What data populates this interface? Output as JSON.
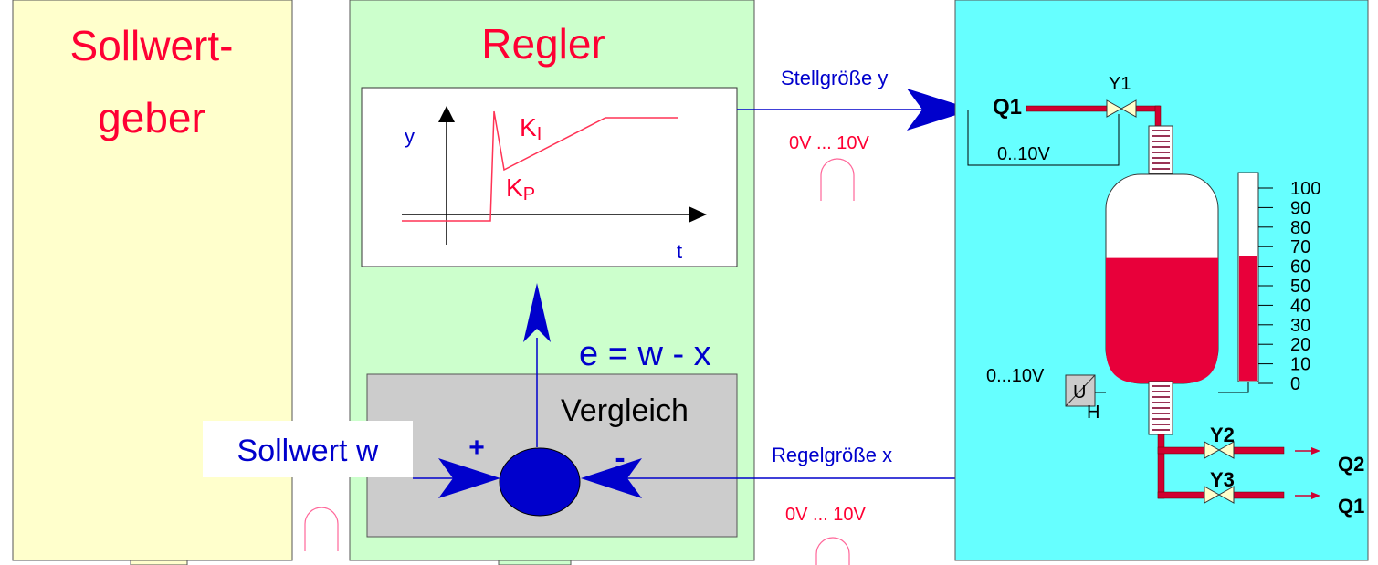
{
  "colors": {
    "setpoint_panel": "#ffffcc",
    "controller_panel": "#ccffcc",
    "plant_panel": "#66ffff",
    "compare_box": "#cccccc",
    "accent_red": "#ff0033",
    "accent_blue": "#0000cc",
    "fluid": "#e8003a",
    "pipe": "#d00030",
    "valve": "#ffffcc",
    "connector": "#ff6699"
  },
  "setpoint_panel": {
    "title_line1": "Sollwert-",
    "title_line2": "geber"
  },
  "controller_panel": {
    "title": "Regler",
    "plot": {
      "y_label": "y",
      "t_label": "t",
      "ki_main": "K",
      "ki_sub": "I",
      "kp_main": "K",
      "kp_sub": "P"
    },
    "error_equation": "e = w - x",
    "compare_label": "Vergleich",
    "plus_sign": "+",
    "minus_sign": "-"
  },
  "signals": {
    "setpoint": "Sollwert w",
    "manipulated": "Stellgröße y",
    "manipulated_range": "0V ... 10V",
    "controlled": "Regelgröße x",
    "controlled_range": "0V ... 10V"
  },
  "plant": {
    "inlet": "Q1",
    "valve_y1": "Y1",
    "valve_range": "0..10V",
    "sensor_range": "0...10V",
    "transducer_u": "U",
    "transducer_h": "H",
    "valve_y2": "Y2",
    "valve_y3": "Y3",
    "outlet_q2": "Q2",
    "outlet_q1": "Q1",
    "fill_level_percent": 60,
    "scale_labels": [
      "100",
      "90",
      "80",
      "70",
      "60",
      "50",
      "40",
      "30",
      "20",
      "10",
      "0"
    ]
  }
}
